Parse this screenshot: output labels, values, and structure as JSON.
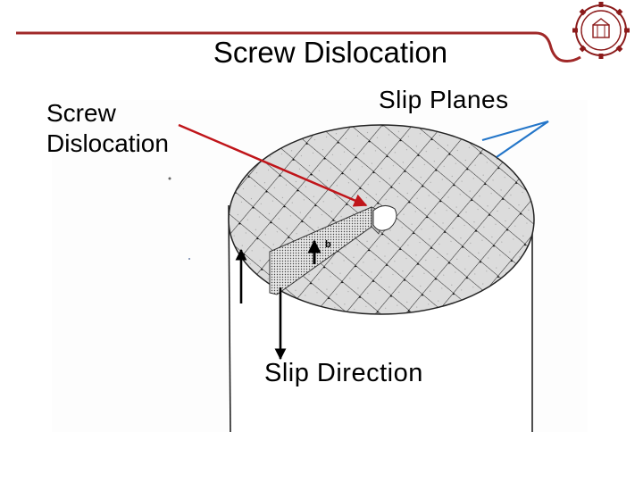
{
  "slide": {
    "title": "Screw Dislocation",
    "left_label_line1": "Screw",
    "left_label_line2": "Dislocation",
    "slip_planes_label": "Slip Planes",
    "slip_direction_label": "Slip Direction",
    "burgers_label": "b"
  },
  "colors": {
    "header_rule": "#a02828",
    "dislocation_arrow": "#c0151a",
    "slip_plane_arrow": "#2476c9",
    "grid_fill": "#d9d9d9",
    "grid_lines": "#333333",
    "crest": "#8b1a1a"
  },
  "icons": [
    "university-crest-icon"
  ]
}
